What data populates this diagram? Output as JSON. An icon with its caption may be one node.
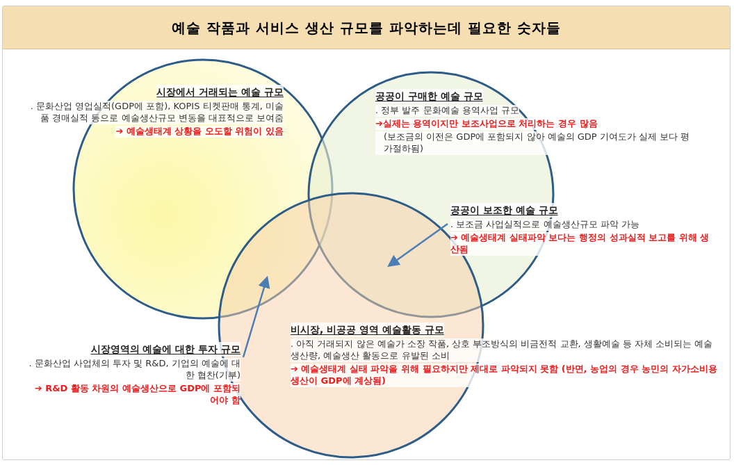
{
  "diagram": {
    "title": "예술 작품과 서비스 생산 규모를 파악하는데 필요한 숫자들",
    "nodes": [
      {
        "text": [
          "시장에서 거래되는 예술 규모",
          ". 문화산업 영업실적(GDP에 포함), KOPIS 티켓판매 통계, 미술품 경매실적 등으로 예술생산규모 변동을 대표적으로 보여줌",
          "➔ 예술생태계 상황을 오도할 위험이 있음"
        ]
      },
      {
        "text": [
          "공공이 구매한 예술 규모",
          ". 정부 발주 문화예술 용역사업 규모",
          "➔실제는 용역이지만 보조사업으로 처리하는 경우 많음",
          "(보조금의 이전은 GDP에 포함되지 않아 예술의 GDP 기여도가 실제 보다 평가절하됨)"
        ]
      },
      {
        "text": [
          "공공이 보조한 예술 규모",
          ". 보조금 사업실적으로 예술생산규모 파악 가능",
          "➔ 예술생태계 실태파악 보다는 행정의 성과실적 보고를 위해 생산됨"
        ]
      },
      {
        "text": [
          "비시장, 비공공 영역 예술활동 규모",
          ". 아직 거래되지 않은 예술가 소장 작품, 상호 부조방식의 비금전적 교환, 생활예술 등 자체 소비되는 예술 생산량, 예술생산 활동으로 유발된 소비",
          "➔ 예술생태계 실태 파악을 위해 필요하지만 제대로 파악되지 못함 (반면, 농업의 경우 농민의 자가소비용 생산이 GDP에 계상됨)"
        ]
      },
      {
        "text": [
          "시장영역의 예술에 대한 투자 규모",
          ". 문화산업 사업체의 투자 및 R&D, 기업의 예술에 대한 협찬(기부)",
          "➔ R&D 활동 차원의 예술생산으로 GDP에 포함되어야 함"
        ]
      }
    ],
    "edges": [
      {
        "from": 2,
        "to": null,
        "arrow": "to"
      },
      {
        "from": 4,
        "to": null,
        "arrow": "to"
      }
    ]
  }
}
